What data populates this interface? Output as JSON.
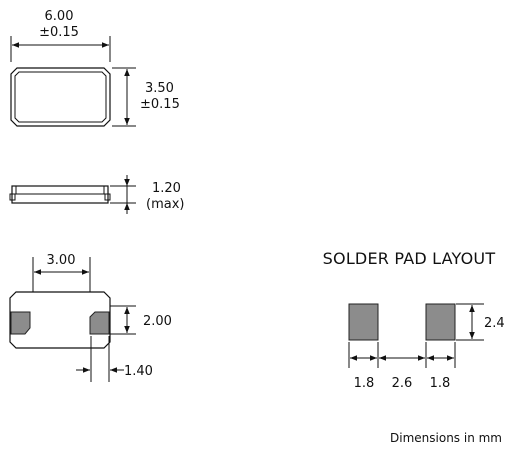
{
  "top_view": {
    "width": "6.00",
    "width_tol": "±0.15",
    "height": "3.50",
    "height_tol": "±0.15"
  },
  "side_view": {
    "thickness": "1.20",
    "thickness_note": "(max)"
  },
  "bottom_view": {
    "pad_pitch": "3.00",
    "pad_height": "2.00",
    "pad_width": "1.40"
  },
  "solder_pad_layout": {
    "title": "SOLDER PAD LAYOUT",
    "pad_height": "2.4",
    "pad_width_left": "1.8",
    "pad_gap": "2.6",
    "pad_width_right": "1.8"
  },
  "footer": {
    "units_note": "Dimensions in mm"
  },
  "colors": {
    "pad_fill": "#8c8c8c",
    "line": "#111111"
  }
}
